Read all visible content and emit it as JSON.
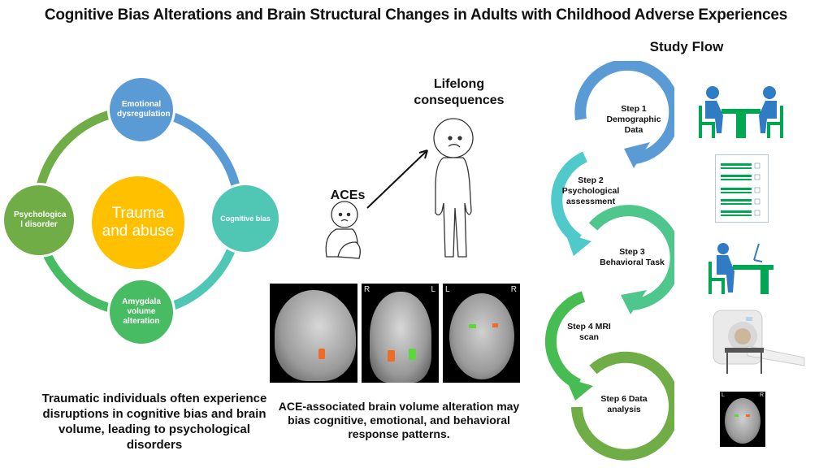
{
  "title": "Cognitive Bias Alterations and Brain Structural Changes in Adults with Childhood Adverse Experiences",
  "cycle": {
    "center": "Trauma and abuse",
    "nodes": [
      {
        "label": "Emotional dysregulation",
        "color": "#5b9bd5"
      },
      {
        "label": "Cognitive bias",
        "color": "#4fc7b4"
      },
      {
        "label": "Amygdala volume alteration",
        "color": "#47bc63"
      },
      {
        "label": "Psychologica l disorder",
        "color": "#70ad47"
      }
    ],
    "center_color": "#ffc000"
  },
  "left_caption": "Traumatic individuals often experience disruptions in cognitive bias and brain volume, leading to psychological disorders",
  "middle": {
    "aces_label": "ACEs",
    "lifelong_label": "Lifelong consequences",
    "brain_orientation": {
      "coronal_left": "R",
      "coronal_right": "L",
      "axial_left": "L",
      "axial_right": "R"
    },
    "caption": "ACE-associated brain volume alteration may bias cognitive, emotional, and behavioral response patterns."
  },
  "study_flow": {
    "title": "Study Flow",
    "steps": [
      {
        "label": "Step 1 Demographic Data",
        "color": "#5b9bd5"
      },
      {
        "label": "Step 2 Psychological assessment",
        "color": "#4fc9c9"
      },
      {
        "label": "Step 3 Behavioral Task",
        "color": "#4fc68c"
      },
      {
        "label": "Step 4 MRI scan",
        "color": "#47bc52"
      },
      {
        "label": "Step 6 Data analysis",
        "color": "#70ad47"
      }
    ],
    "icons": [
      "interview-icon",
      "checklist-icon",
      "computer-task-icon",
      "mri-scanner-icon",
      "brain-scan-icon"
    ],
    "mini_brain_orientation": {
      "left": "L",
      "right": "R"
    }
  }
}
